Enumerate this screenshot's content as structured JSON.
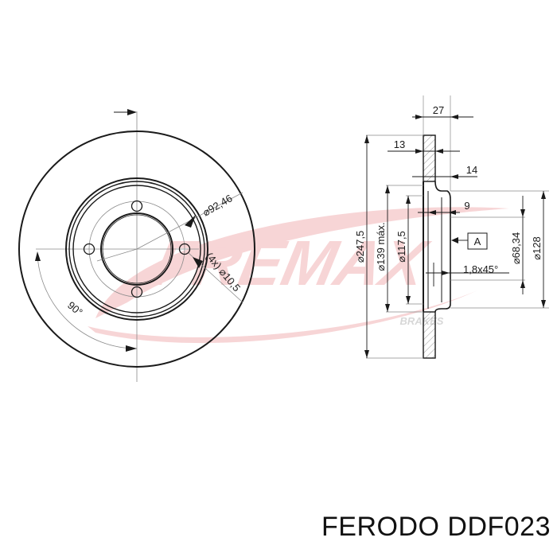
{
  "caption": {
    "brand": "FERODO",
    "part_number": "DDF023",
    "full": "FERODO DDF023"
  },
  "watermark": {
    "logo_text": "FREMAX",
    "sub_text": "BRAKES",
    "color": "#f2b3b6"
  },
  "front_view": {
    "bolt_circle_label": "⌀92,46",
    "bolt_hole_label": "(4x) ⌀10,5",
    "angle_label": "90°"
  },
  "side_view": {
    "dim_total_thickness": "27",
    "dim_disc_thickness": "13",
    "dim_min_thickness": "14",
    "dim_hub_offset": "9",
    "dim_outer_diameter": "⌀247,5",
    "dim_max_diameter": "⌀139 máx.",
    "dim_hub_diameter": "⌀117,5",
    "dim_center_bore": "⌀68,34",
    "dim_hat_diameter": "⌀128",
    "chamfer_label": "1,8x45°",
    "datum_label": "A"
  },
  "colors": {
    "line": "#1a1a1a",
    "thin_line": "#8a8a8a",
    "watermark": "#f2b3b6",
    "watermark_sub": "#b8b8b8"
  }
}
